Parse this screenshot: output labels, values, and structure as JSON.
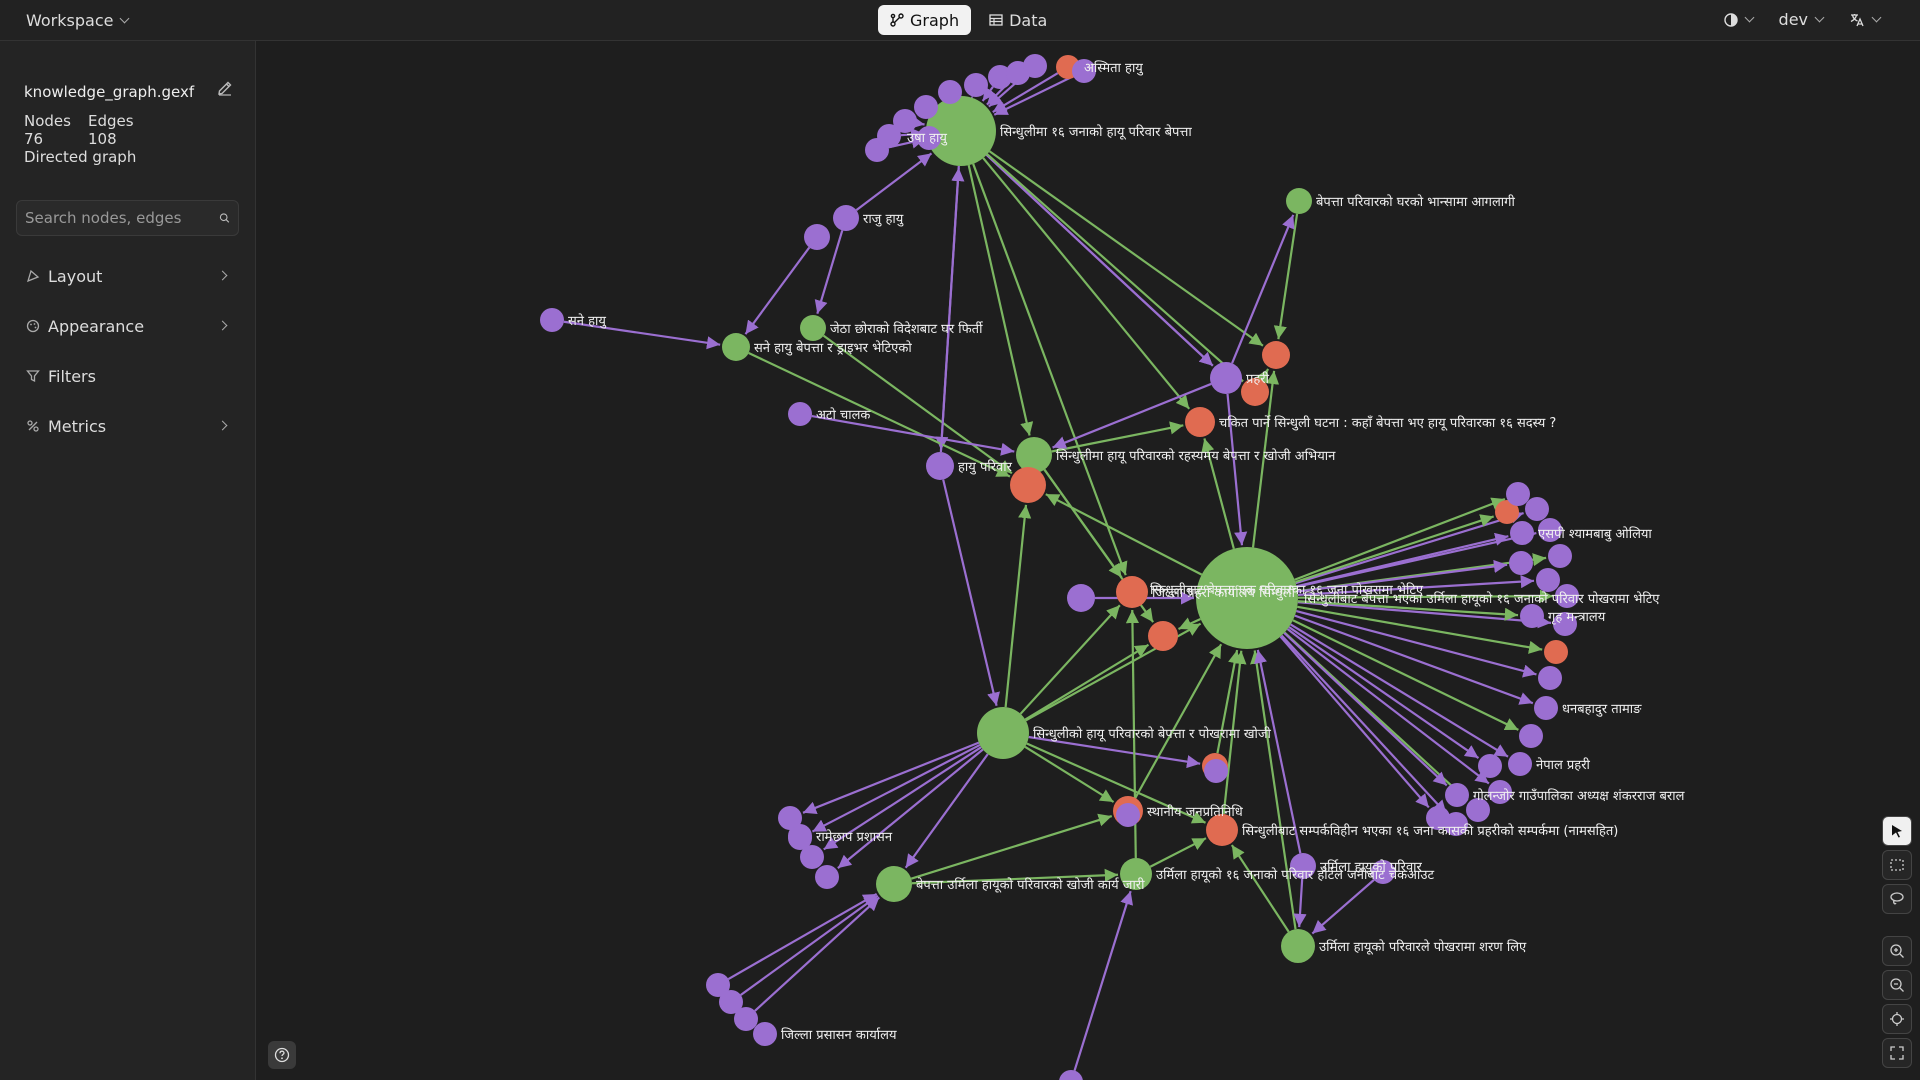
{
  "topbar": {
    "workspace_label": "Workspace",
    "tabs": [
      {
        "label": "Graph",
        "icon": "graph-icon",
        "active": true
      },
      {
        "label": "Data",
        "icon": "table-icon",
        "active": false
      }
    ],
    "theme_icon": "contrast-icon",
    "user_label": "dev",
    "language_icon": "translate-icon"
  },
  "sidebar": {
    "file_name": "knowledge_graph.gexf",
    "stats": {
      "nodes_label": "Nodes",
      "edges_label": "Edges",
      "nodes_value": "76",
      "edges_value": "108",
      "graph_type": "Directed graph"
    },
    "search_placeholder": "Search nodes, edges",
    "menu": [
      {
        "label": "Layout",
        "icon": "layout-icon"
      },
      {
        "label": "Appearance",
        "icon": "palette-icon"
      },
      {
        "label": "Filters",
        "icon": "filter-icon"
      },
      {
        "label": "Metrics",
        "icon": "metrics-icon"
      }
    ]
  },
  "colors": {
    "green": "#7bb661",
    "purple": "#9b6fd1",
    "red": "#e06b51",
    "background": "#1e1e1e"
  },
  "graph": {
    "labels": {
      "asmita": "अस्मिता हायु",
      "usha": "उषा हायु",
      "sindhuli16": "सिन्धुलीमा १६ जनाको हायू परिवार बेपत्ता",
      "bepatta_ghar": "बेपत्ता परिवारको घरको भान्सामा आगलागी",
      "raju": "राजु हायु",
      "sane": "सने हायु",
      "jetha": "जेठा छोराको विदेशबाट घर फिर्ती",
      "sane_bepatta": "सने हायु बेपत्ता र ड्राइभर भेटिएको",
      "prahari": "प्रहरी",
      "chakit": "चकित पार्ने सिन्धुली घटना : कहाँ बेपत्ता भए हायू परिवारका १६ सदस्य ?",
      "auto": "अटो चालक",
      "rahasya": "सिन्धुलीमा हायू परिवारको रहस्यमय बेपत्ता र खोजी अभियान",
      "hayu_pariwar": "हायु परिवार",
      "sp": "एसपी श्यामबाबु ओलिया",
      "jilla_prahari": "जिल्ला प्रहरी कार्यालय सिन्धुली",
      "sindhuli_bepatta": "सिन्धुलीबाट बेपत्ता एक परिवारका १६ जना पोखरामा भेटिए",
      "urmila_pokhara": "सिन्धुलीबाट बेपत्ता भएका उर्मिला हायूको १६ जनाको परिवार पोखरामा भेटिए",
      "griha": "गृह मन्त्रालय",
      "dhanbahadur": "धनबहादुर तामाङ",
      "khoji": "सिन्धुलीको हायू परिवारको बेपत्ता र पोखरामा खोजी",
      "nepal_prahari": "नेपाल प्रहरी",
      "golanjor": "गोलन्जोर गाउँपालिका अध्यक्ष शंकरराज बराल",
      "sthaniya": "स्थानीय जनप्रतिनिधि",
      "ramechhap": "रामेछाप प्रशासन",
      "sampark": "सिन्धुलीबाट सम्पर्कविहीन भएका १६ जना कासकी प्रहरीको सम्पर्कमा (नामसहित)",
      "urmila_pariwar": "उर्मिला हायुको परिवार",
      "hotel": "उर्मिला हायूको १६ जनाको परिवार होटेल जनीबाट चेकआउट",
      "urmila_khoji": "बेपत्ता उर्मिला हायूको परिवारको खोजी कार्य जारी",
      "sharan": "उर्मिला हायूको परिवारले पोखरामा शरण लिए",
      "jilla_prasasan": "जिल्ला प्रसासन कार्यालय"
    }
  },
  "tools": {
    "select": "pointer-icon",
    "marquee": "marquee-select-icon",
    "lasso": "lasso-icon",
    "zoom_in": "zoom-in-icon",
    "zoom_out": "zoom-out-icon",
    "center": "center-icon",
    "fullscreen": "fullscreen-icon"
  },
  "help_icon": "help-icon"
}
